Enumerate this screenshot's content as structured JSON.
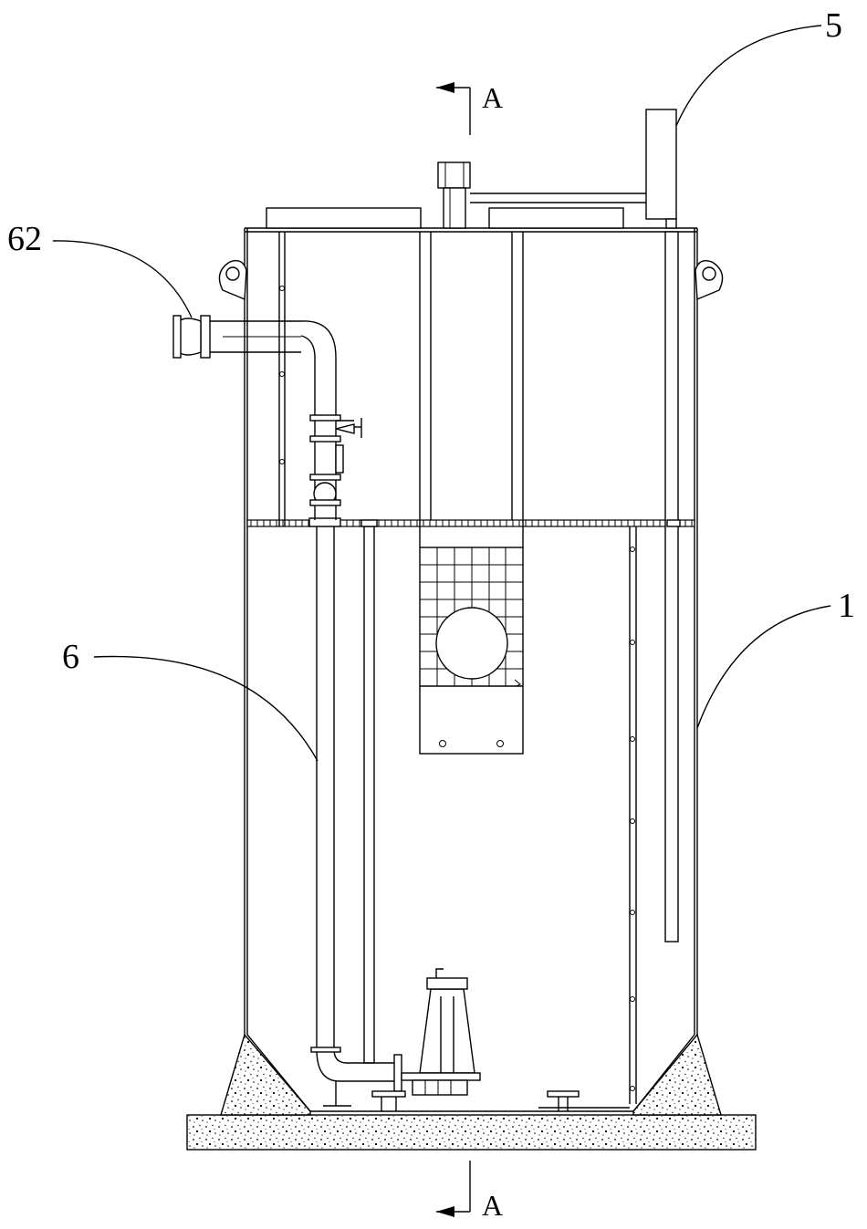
{
  "callouts": {
    "c5": "5",
    "c62": "62",
    "c6": "6",
    "c1": "1"
  },
  "section_marks": {
    "top": "A",
    "bottom": "A"
  }
}
